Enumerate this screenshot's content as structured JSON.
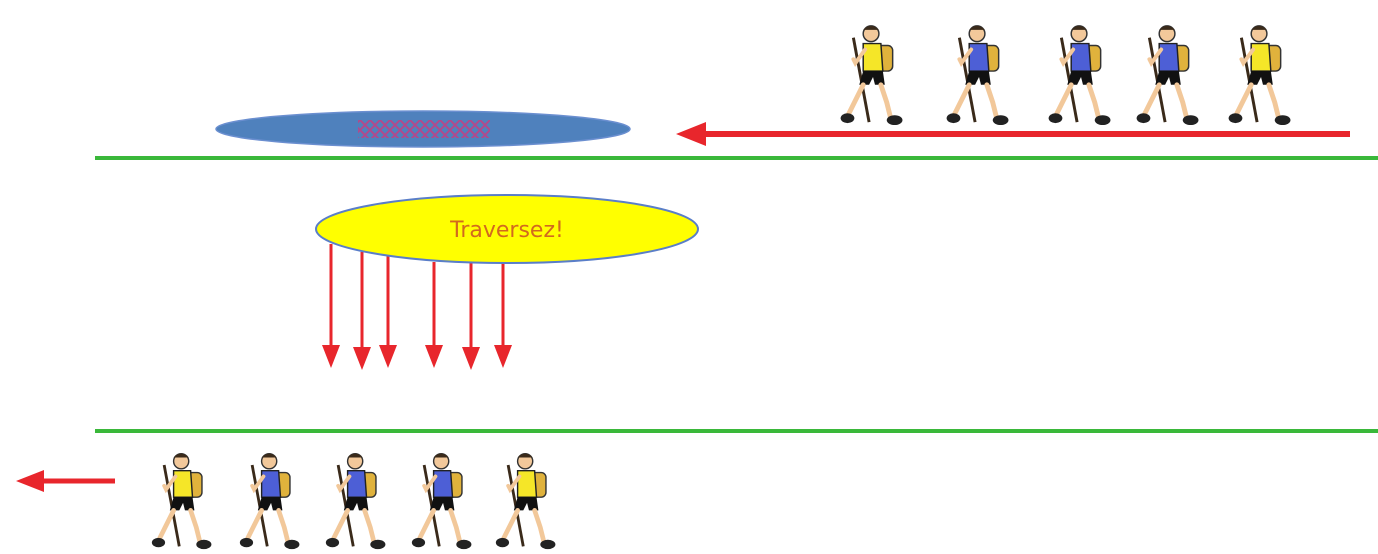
{
  "label": "Traversez!",
  "colors": {
    "road_line": "#3ab83a",
    "arrow": "#e8262c",
    "label_fill": "#ffff00",
    "label_stroke": "#5a7ec8",
    "label_text": "#d2691e",
    "obstacle_fill": "#4f81bd",
    "obstacle_pattern": "#b04a8c",
    "hiker_shirt_yellow": "#f5e628",
    "hiker_shirt_blue": "#4d5fd6",
    "hiker_pack": "#e0b23c"
  },
  "hikers": {
    "top_row": [
      "yellow",
      "blue",
      "blue",
      "blue",
      "yellow"
    ],
    "bottom_row": [
      "yellow",
      "blue",
      "blue",
      "blue",
      "yellow"
    ]
  },
  "icons": {
    "hiker": "hiker-icon",
    "arrow": "arrow-left-icon",
    "down_arrow": "arrow-down-icon"
  }
}
